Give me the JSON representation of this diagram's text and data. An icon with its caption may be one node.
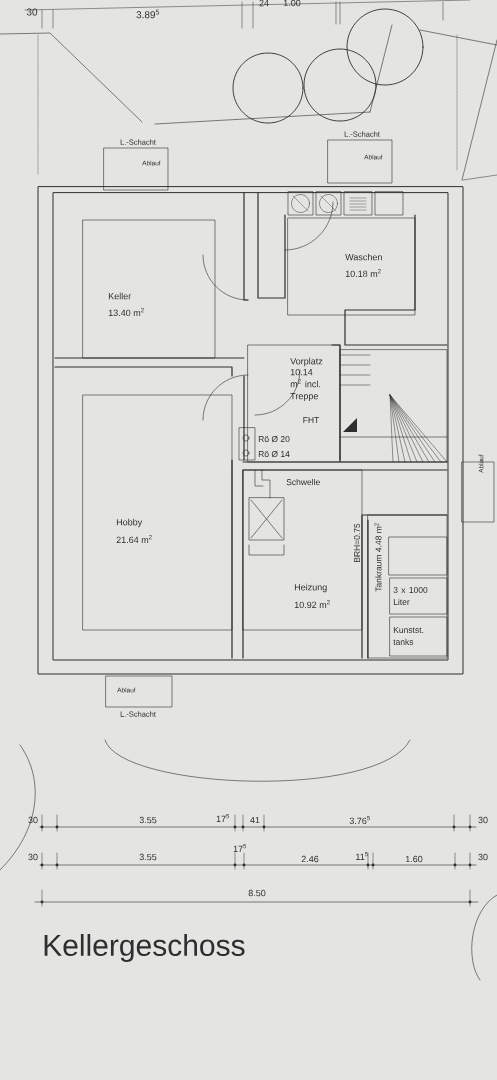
{
  "diagram": {
    "title": "Kellergeschoss",
    "nodes": [
      {
        "text": [
          "Keller",
          "13.40 m$^{2}$"
        ]
      },
      {
        "text": [
          "Waschen",
          "10.18 m$^{2}$"
        ]
      },
      {
        "text": [
          "Vorplatz",
          "10.14 m$^{2}$ incl. Treppe"
        ]
      },
      {
        "text": [
          "Hobby",
          "21.64 m$^{2}$"
        ]
      },
      {
        "text": [
          "Heizung",
          "10.92 m$^{2}$"
        ]
      },
      {
        "text": [
          "Tankraum 4.48 m$^{2}$"
        ]
      },
      {
        "text": [],
        "shape": "box",
        "in": 5
      },
      {
        "text": [
          "3 x 1000 Liter"
        ],
        "in": 5
      },
      {
        "text": [
          "Kunstst. tanks"
        ],
        "in": 5
      },
      {
        "text": [
          "L.-Schacht",
          "Ablauf"
        ]
      },
      {
        "text": [
          "L.-Schacht",
          "Ablauf"
        ]
      },
      {
        "text": [
          "Ablauf"
        ]
      },
      {
        "text": [
          "Ablauf",
          "L.-Schacht"
        ]
      }
    ],
    "labels": [
      "30",
      "3.89$^{5}$",
      "24",
      "1.00",
      "FHT",
      "Rö Ø 20",
      "Rö Ø 14",
      "Schwelle",
      "BRH=0.75",
      "30",
      "3.55",
      "17$^{5}$",
      "41",
      "3.76$^{5}$",
      "30",
      "30",
      "3.55",
      "17$^{5}$",
      "2.46",
      "11$^{5}$",
      "1.60",
      "30",
      "8.50"
    ]
  }
}
